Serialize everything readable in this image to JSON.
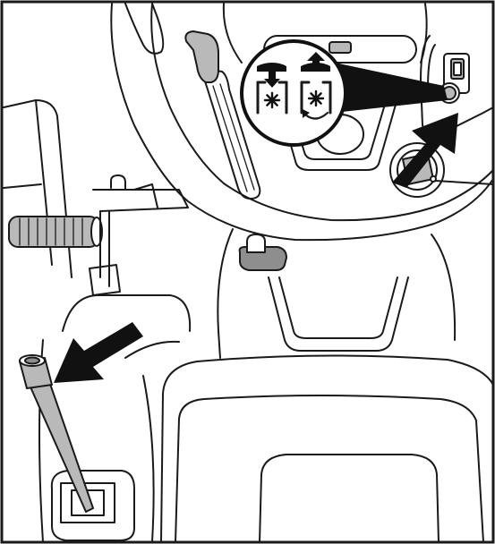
{
  "figure": {
    "reference_code": "",
    "colors": {
      "line": "#1a1a1a",
      "light_grey": "#b9b9b9",
      "dark_grey": "#8e8e8e",
      "arrow": "#111111",
      "background": "#ffffff"
    }
  },
  "callout": {
    "symbols": [
      "pto-disengage-symbol",
      "pto-engage-symbol"
    ]
  },
  "arrows": [
    "arrow-to-pto-switch",
    "arrow-to-lever-handle"
  ],
  "components": [
    "steering-console",
    "pto-switch",
    "ignition-key",
    "throttle-lever",
    "brake-pedal",
    "range-lever",
    "seat"
  ]
}
